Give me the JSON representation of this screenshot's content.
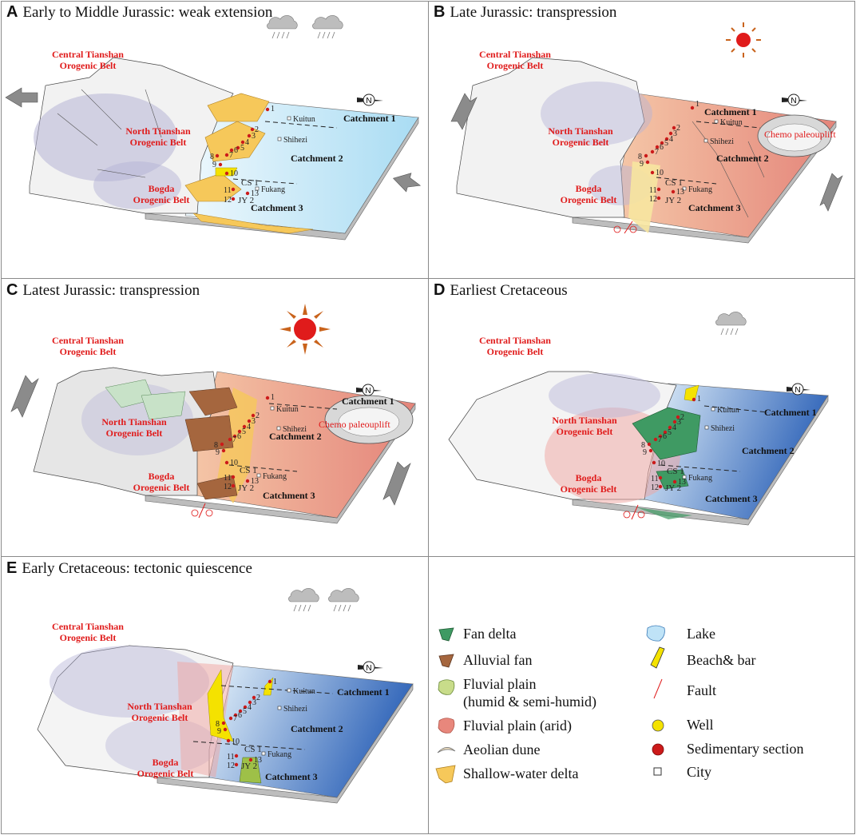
{
  "panels": [
    {
      "letter": "A",
      "title": "Early to Middle Jurassic: weak extension"
    },
    {
      "letter": "B",
      "title": "Late Jurassic: transpression"
    },
    {
      "letter": "C",
      "title": "Latest Jurassic: transpression"
    },
    {
      "letter": "D",
      "title": "Earliest Cretaceous"
    },
    {
      "letter": "E",
      "title": "Early Cretaceous: tectonic quiescence"
    }
  ],
  "labels": {
    "central_1": "Central Tianshan",
    "central_2": "Orogenic Belt",
    "north_1": "North Tianshan",
    "north_2": "Orogenic Belt",
    "bogda_1": "Bogda",
    "bogda_2": "Orogenic Belt",
    "catchment1": "Catchment 1",
    "catchment2": "Catchment 2",
    "catchment3": "Catchment 3",
    "kuitun": "Kuitun",
    "shihezi": "Shihezi",
    "fukang": "Fukang",
    "cs1": "CS 1",
    "jy2": "JY 2",
    "chemo": "Chemo paleouplift",
    "north_symbol": "N"
  },
  "section_numbers": [
    "1",
    "2",
    "3",
    "4",
    "5",
    "6",
    "7",
    "8",
    "9",
    "10",
    "11",
    "12",
    "13"
  ],
  "legend": {
    "left": [
      "Fan delta",
      "Alluvial fan",
      "Fluvial plain",
      "(humid & semi-humid)",
      "Fluvial plain (arid)",
      "Aeolian dune",
      "Shallow-water delta"
    ],
    "right": [
      "Lake",
      "Beach& bar",
      "Fault",
      "Well",
      "Sedimentary section",
      "City"
    ]
  },
  "colors": {
    "lake_light": "#c9e9f7",
    "lake_dark": "#2e63b8",
    "arid": "#e8877c",
    "humid": "#c8dc8a",
    "fan_delta": "#3f9a63",
    "alluvial": "#a5663e",
    "beach": "#f4e200",
    "delta": "#f6c85a",
    "section": "#cc1a1a",
    "belt_label": "#e01b1b",
    "mountain_shade": "#b6b4d6"
  }
}
